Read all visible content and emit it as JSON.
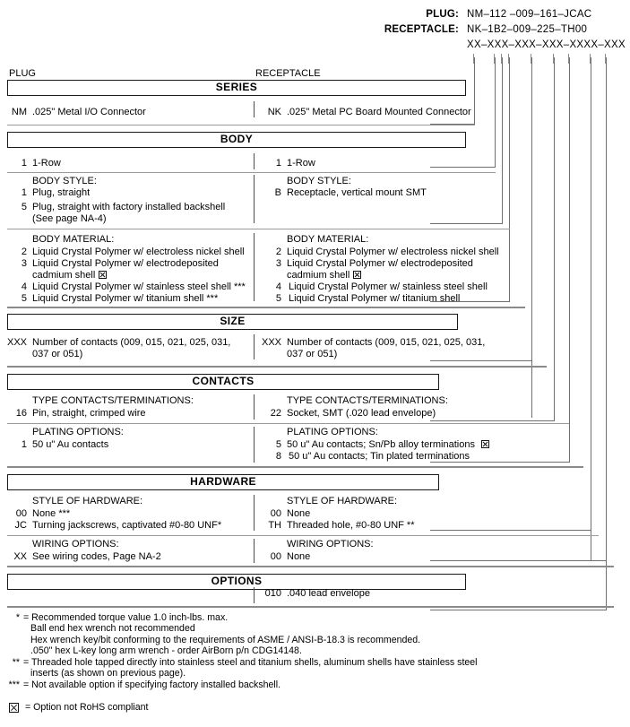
{
  "part_number": {
    "plug_label": "PLUG:",
    "plug_value": "NM–112 –009–161–JCAC",
    "receptacle_label": "RECEPTACLE:",
    "receptacle_value": "NK–1B2–009–225–TH00",
    "mask_value": "XX–XXX–XXX–XXX–XXXX–XXX"
  },
  "columns": {
    "plug_caption": "PLUG",
    "receptacle_caption": "RECEPTACLE"
  },
  "sections": {
    "series": {
      "title": "SERIES",
      "plug": [
        {
          "code": "NM",
          "desc": ".025\" Metal I/O Connector"
        }
      ],
      "receptacle": [
        {
          "code": "NK",
          "desc": ".025\" Metal PC Board Mounted Connector"
        }
      ]
    },
    "body": {
      "title": "BODY",
      "rows_plug": [
        {
          "code": "1",
          "desc": "1-Row"
        }
      ],
      "rows_receptacle": [
        {
          "code": "1",
          "desc": "1-Row"
        }
      ],
      "style_heading": "BODY STYLE:",
      "style_plug": [
        {
          "code": "1",
          "desc": "Plug, straight"
        },
        {
          "code": "5",
          "desc": "Plug, straight with factory installed backshell"
        },
        {
          "code": "",
          "desc": "(See page NA-4)"
        }
      ],
      "style_receptacle": [
        {
          "code": "B",
          "desc": "Receptacle, vertical mount SMT"
        }
      ],
      "material_heading": "BODY MATERIAL:",
      "material_plug": [
        {
          "code": "2",
          "desc": "Liquid Crystal Polymer w/ electroless nickel shell"
        },
        {
          "code": "3",
          "desc": "Liquid Crystal Polymer w/ electrodeposited"
        },
        {
          "code": "",
          "desc": "cadmium shell",
          "rohs": true
        },
        {
          "code": "4",
          "desc": "Liquid Crystal Polymer w/ stainless steel shell ***"
        },
        {
          "code": "5",
          "desc": "Liquid Crystal Polymer w/ titanium shell ***"
        }
      ],
      "material_receptacle": [
        {
          "code": "2",
          "desc": "Liquid Crystal Polymer w/ electroless nickel shell"
        },
        {
          "code": "3",
          "desc": "Liquid Crystal Polymer w/ electrodeposited"
        },
        {
          "code": "",
          "desc": "cadmium shell",
          "rohs": true
        },
        {
          "code": "4",
          "desc": "Liquid Crystal Polymer w/ stainless steel shell"
        },
        {
          "code": "5",
          "desc": "Liquid Crystal Polymer w/ titanium shell"
        }
      ]
    },
    "size": {
      "title": "SIZE",
      "plug": [
        {
          "code": "XXX",
          "desc": "Number of contacts (009, 015, 021, 025, 031,"
        },
        {
          "code": "",
          "desc": "037 or 051)"
        }
      ],
      "receptacle": [
        {
          "code": "XXX",
          "desc": "Number of contacts (009, 015, 021, 025, 031,"
        },
        {
          "code": "",
          "desc": "037 or 051)"
        }
      ]
    },
    "contacts": {
      "title": "CONTACTS",
      "type_heading": "TYPE CONTACTS/TERMINATIONS:",
      "type_plug": [
        {
          "code": "16",
          "desc": "Pin, straight, crimped wire"
        }
      ],
      "type_receptacle": [
        {
          "code": "22",
          "desc": "Socket, SMT (.020 lead envelope)"
        }
      ],
      "plating_heading": "PLATING OPTIONS:",
      "plating_plug": [
        {
          "code": "1",
          "desc": "50 u\" Au contacts"
        }
      ],
      "plating_receptacle": [
        {
          "code": "5",
          "desc": "50 u\" Au contacts; Sn/Pb alloy terminations",
          "rohs": true
        },
        {
          "code": "8",
          "desc": "50 u\" Au contacts; Tin plated terminations"
        }
      ]
    },
    "hardware": {
      "title": "HARDWARE",
      "style_heading": "STYLE OF HARDWARE:",
      "style_plug": [
        {
          "code": "00",
          "desc": "None  ***"
        },
        {
          "code": "JC",
          "desc": "Turning jackscrews, captivated #0-80 UNF*"
        }
      ],
      "style_receptacle": [
        {
          "code": "00",
          "desc": "None"
        },
        {
          "code": "TH",
          "desc": "Threaded hole, #0-80 UNF  **"
        }
      ],
      "wiring_heading": "WIRING OPTIONS:",
      "wiring_plug": [
        {
          "code": "XX",
          "desc": "See wiring codes, Page NA-2"
        }
      ],
      "wiring_receptacle": [
        {
          "code": "00",
          "desc": "None"
        }
      ]
    },
    "options": {
      "title": "OPTIONS",
      "plug": [],
      "receptacle": [
        {
          "code": "010",
          "desc": ".040 lead envelope"
        }
      ]
    }
  },
  "footnotes": [
    {
      "mark": "*",
      "lines": [
        "= Recommended torque value 1.0 inch-lbs. max.",
        "Ball end hex wrench not recommended",
        "Hex wrench key/bit conforming to the requirements of ASME / ANSI-B-18.3 is recommended.",
        ".050\" hex L-key long arm wrench - order AirBorn p/n CDG14148."
      ]
    },
    {
      "mark": "**",
      "lines": [
        "= Threaded hole tapped directly into stainless steel and titanium shells, aluminum shells have stainless steel",
        "inserts (as shown on previous page)."
      ]
    },
    {
      "mark": "***",
      "lines": [
        "= Not available option if specifying factory installed backshell."
      ]
    }
  ],
  "rohs_legend": "= Option not RoHS compliant"
}
